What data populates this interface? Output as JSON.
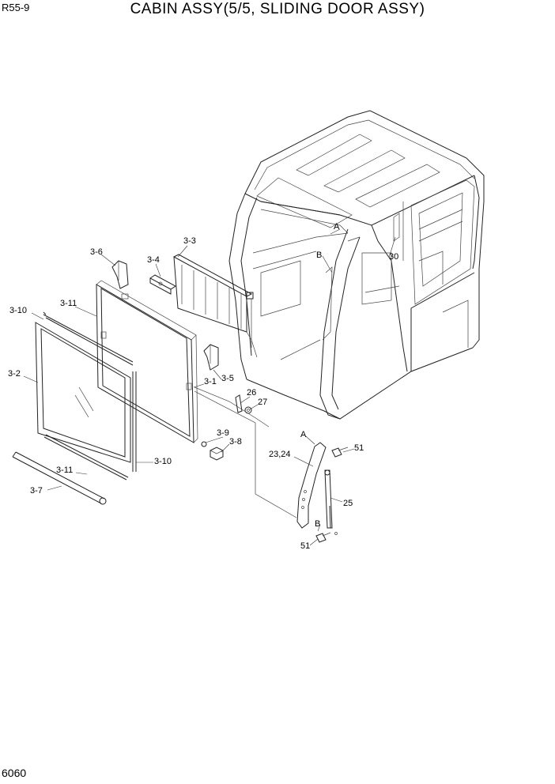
{
  "header": {
    "model": "R55-9",
    "title": "CABIN ASSY(5/5, SLIDING DOOR ASSY)"
  },
  "footer": {
    "page_number": "6060"
  },
  "callouts": [
    "3-3",
    "3-6",
    "3-4",
    "3-10",
    "3-11",
    "3-2",
    "3-1",
    "3-5",
    "26",
    "27",
    "3-9",
    "3-8",
    "3-10",
    "3-11",
    "3-7",
    "A",
    "B",
    "30",
    "A",
    "51",
    "23,24",
    "25",
    "B",
    "51"
  ]
}
